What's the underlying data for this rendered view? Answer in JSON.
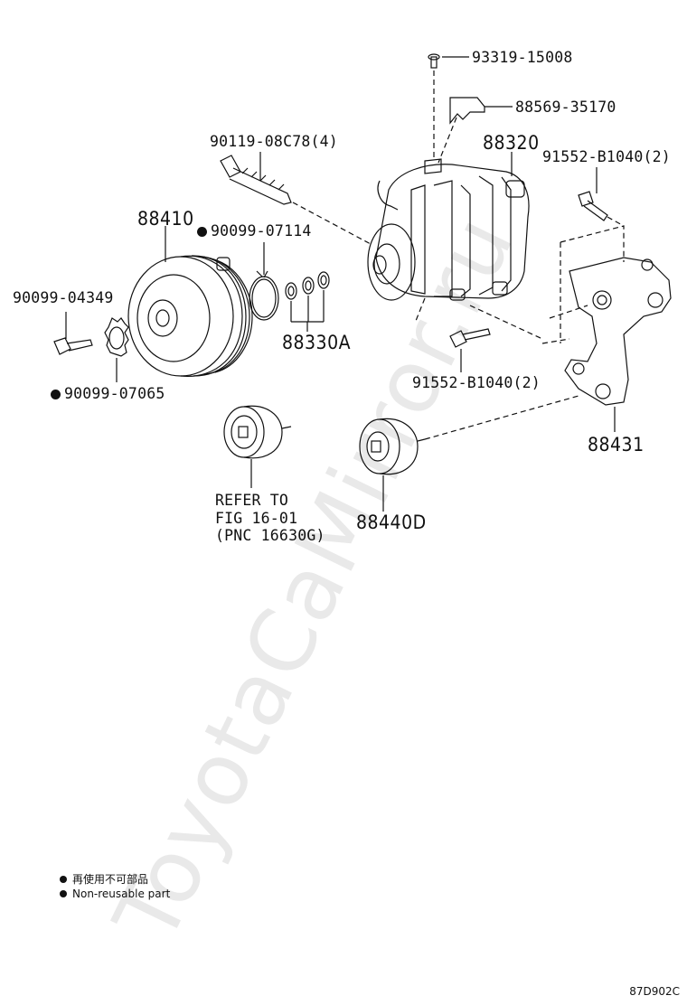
{
  "watermark": "ToyotaCaMirror.ru",
  "labels": {
    "bolt_top": "93319-15008",
    "bracket_small": "88569-35170",
    "compressor": "88320",
    "bolt_right": "91552-B1040(2)",
    "stud_bolt": "90119-08C78(4)",
    "clutch": "88410",
    "snap_ring": "90099-07114",
    "bolt_left": "90099-04349",
    "shims": "88330A",
    "bolt_mid": "91552-B1040(2)",
    "washer": "90099-07065",
    "bracket": "88431",
    "refer_line1": "REFER TO",
    "refer_line2": "FIG 16-01",
    "refer_line3": "(PNC 16630G)",
    "idler": "88440D"
  },
  "legend": {
    "line1": "再使用不可部品",
    "line2": "Non-reusable part"
  },
  "figure_code": "87D902C"
}
